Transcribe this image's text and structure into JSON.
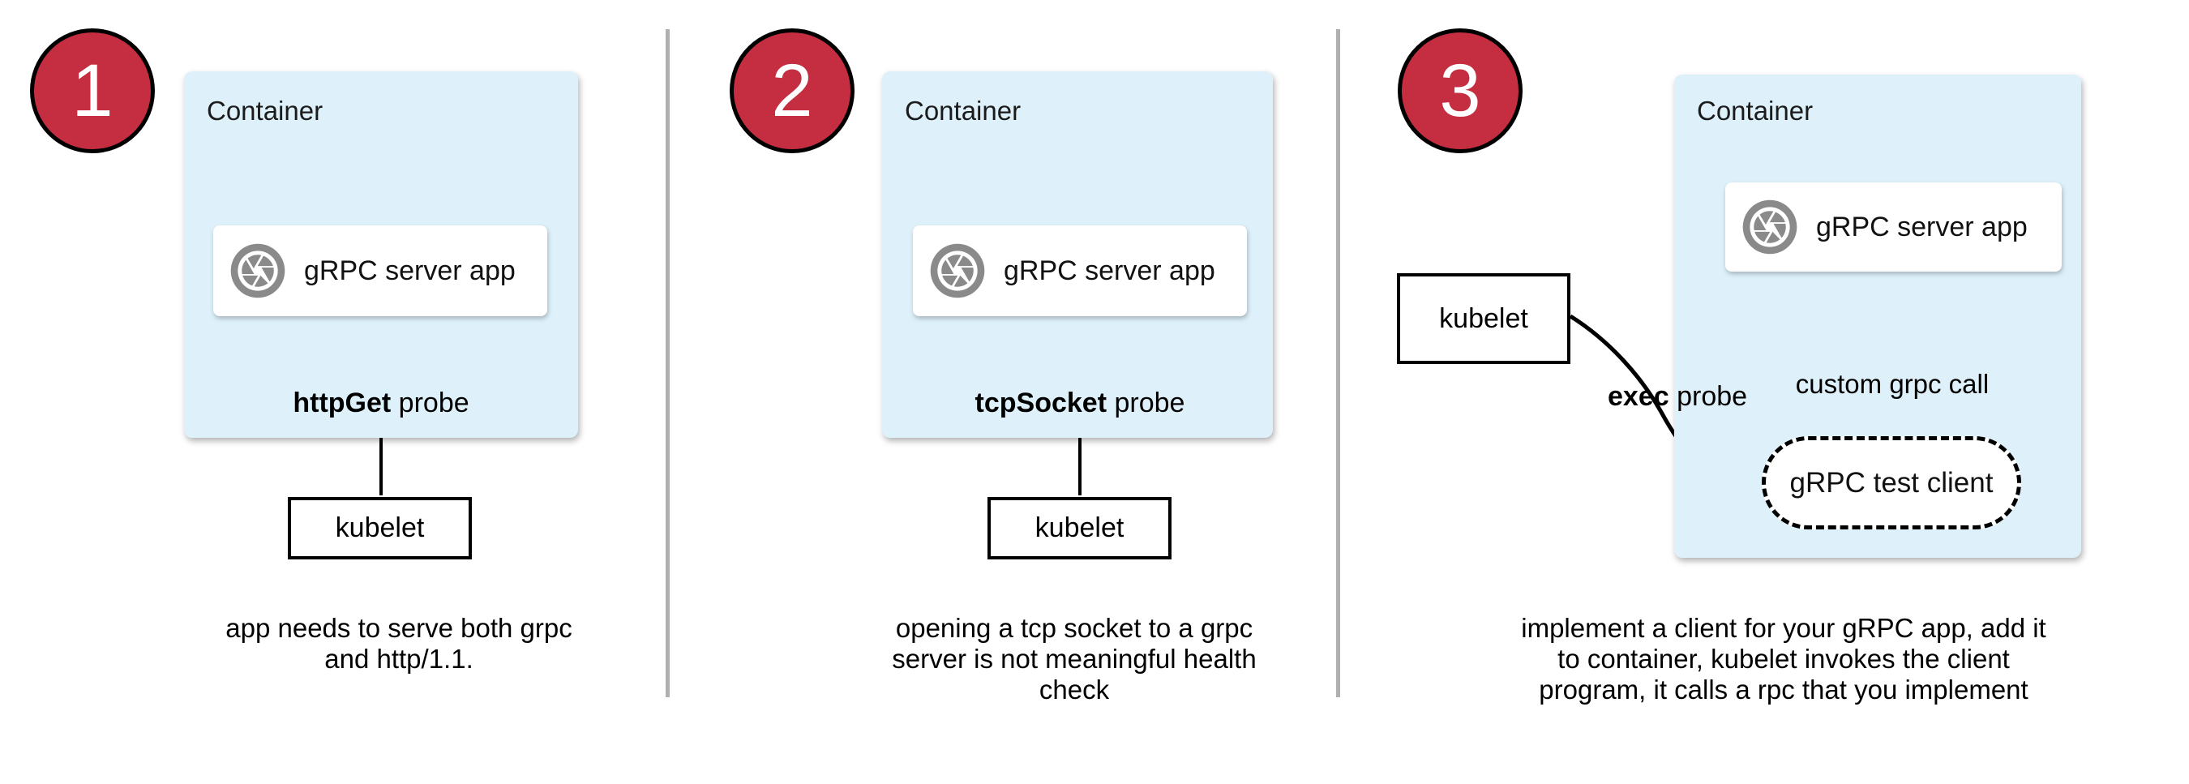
{
  "title": "gRPC health-check probe options diagram",
  "colors": {
    "red_badge": "#c52d40",
    "container_blue": "#def1fb",
    "icon_gray": "#8a8a8a",
    "divider_gray": "#b0b0b0",
    "stroke_black": "#000000"
  },
  "icons": {
    "app_icon": "aperture-shutter-icon"
  },
  "panels": [
    {
      "number": "1",
      "container_label": "Container",
      "app_label": "gRPC server app",
      "probe_bold": "httpGet",
      "probe_rest": " probe",
      "kubelet_label": "kubelet",
      "caption_lines": [
        "app needs to serve both grpc",
        "and http/1.1."
      ]
    },
    {
      "number": "2",
      "container_label": "Container",
      "app_label": "gRPC server app",
      "probe_bold": "tcpSocket",
      "probe_rest": " probe",
      "kubelet_label": "kubelet",
      "caption_lines": [
        "opening a tcp socket to a grpc",
        "server is not meaningful health",
        "check"
      ]
    },
    {
      "number": "3",
      "container_label": "Container",
      "app_label": "gRPC server app",
      "probe_bold": "exec",
      "probe_rest": " probe",
      "kubelet_label": "kubelet",
      "custom_call_label": "custom grpc call",
      "test_client_label": "gRPC test client",
      "caption_lines": [
        "implement a client for your gRPC app, add it",
        "to container, kubelet invokes the client",
        "program, it calls a rpc that you implement"
      ]
    }
  ]
}
